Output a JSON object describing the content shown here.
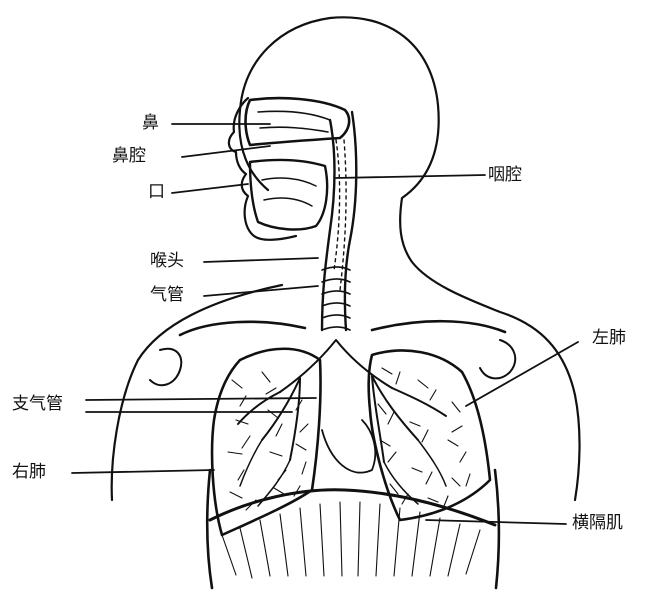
{
  "labels": {
    "nose": "鼻",
    "nasal_cavity": "鼻腔",
    "mouth": "口",
    "pharynx": "咽腔",
    "larynx": "喉头",
    "trachea": "气管",
    "left_lung": "左肺",
    "bronchi": "支气管",
    "right_lung": "右肺",
    "diaphragm": "横隔肌"
  },
  "colors": {
    "ink": "#111111",
    "background": "#ffffff"
  }
}
